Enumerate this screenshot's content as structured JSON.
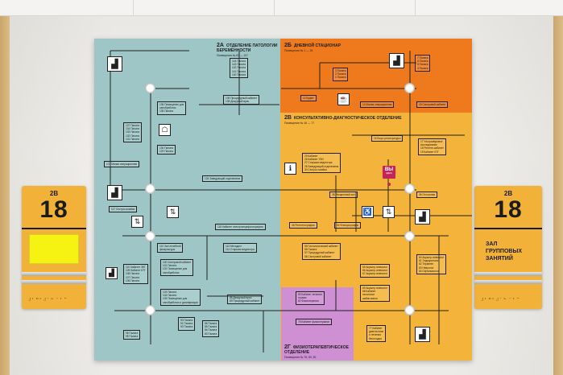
{
  "plaque_left": {
    "code": "2В",
    "number": "18",
    "braille": "⠼⠃⠛⠃⠼⠁⠓ ⠁⠃⠉"
  },
  "plaque_right": {
    "code": "2В",
    "number": "18",
    "title": "ЗАЛ\nГРУППОВЫХ\nЗАНЯТИЙ",
    "braille": "⠼⠃⠛⠃⠼⠁⠓ ⠁⠃⠉"
  },
  "zones": {
    "a": {
      "code": "2А",
      "name": "ОТДЕЛЕНИЕ ПАТОЛОГИИ БЕРЕМЕННОСТИ",
      "rooms": "Помещения № 83 — 107"
    },
    "b": {
      "code": "2Б",
      "name": "ДНЕВНОЙ СТАЦИОНАР",
      "rooms": "Помещения № 1 — 15"
    },
    "v": {
      "code": "2В",
      "name": "КОНСУЛЬТАТИВНО-ДИАГНОСТИЧЕСКОЕ ОТДЕЛЕНИЕ",
      "rooms": "Помещения № 16 — 77"
    },
    "g": {
      "code": "2Г",
      "name": "ФИЗИОТЕРАПЕВТИЧЕСКОЕ ОТДЕЛЕНИЕ",
      "rooms": "Помещения № 78, 80, 82"
    }
  },
  "you_are_here": {
    "label": "ВЫ",
    "sub": "ЗДЕСЬ"
  },
  "room_boxes": [
    {
      "id": "a1",
      "text": "144 Палата\n143 Палата\n142 Палата\n141 Палата\n140 Палата"
    },
    {
      "id": "a2",
      "text": "139 Процедурный кабинет\n138 Дежурный врач"
    },
    {
      "id": "a3",
      "text": "136 Помещение для\nсанобработки\n135 Палата"
    },
    {
      "id": "a4",
      "text": "137 Палата\n134 Палата\n133 Палата\n132 Палата\n131 Палата"
    },
    {
      "id": "a5",
      "text": "130 Палата\n129 Палата"
    },
    {
      "id": "a6",
      "text": "127 Малая операционная"
    },
    {
      "id": "a7",
      "text": "126 Заведующий отделением"
    },
    {
      "id": "a8",
      "text": "117 Сестра-хозяйка"
    },
    {
      "id": "a9",
      "text": "118 Кабинет электроэнцефалографии"
    },
    {
      "id": "a10",
      "text": "112 Зал лечебной\nфизкультуры"
    },
    {
      "id": "a11",
      "text": "113 Методист\n114 Старшая медсестра"
    },
    {
      "id": "a12",
      "text": "110 Кабинет ЭКГ\n109 Кабинет КТГ\n108 Палата\n107 Палата\n106 Палата"
    },
    {
      "id": "a13",
      "text": "100 Смотровой кабинет\n101 Палата\n102 Помещение для\nсанобработки"
    },
    {
      "id": "a14",
      "text": "103 Палата\n104 Палата\n105 Помещение для\nсанобработки и дезинфекции"
    },
    {
      "id": "a15",
      "text": "88 Дежурный врач\n89 Процедурный кабинет"
    },
    {
      "id": "a16",
      "text": "90 Палата\n91 Палата\n92 Палата"
    },
    {
      "id": "a17",
      "text": "86 Палата\n85 Палата\n84 Палата\n83 Палата"
    },
    {
      "id": "a18",
      "text": "96 Палата\n95 Палата"
    },
    {
      "id": "b1",
      "text": "7 Палата\n6 Палата\n5 Палата\n4 Палата"
    },
    {
      "id": "b2",
      "text": "3 Палата\n2 Палата\n1 Палата"
    },
    {
      "id": "b3",
      "text": "12 Буфет"
    },
    {
      "id": "b4",
      "text": "14 Малая операционная"
    },
    {
      "id": "b5",
      "text": "15 Смотровой кабинет"
    },
    {
      "id": "v1",
      "text": "16 Бюро регистратуры"
    },
    {
      "id": "v2",
      "text": "17 Ультразвуковое\nисследование\n18 Рентген-кабинет\n19 Кабинет КТГ"
    },
    {
      "id": "v3",
      "text": "29 Кабинет\n26 Кабинет УЗИ\n27 Старшая медсестра\n28 Заведующий отделением\n30 Сестра-хозяйка"
    },
    {
      "id": "v4",
      "text": "38 Лекционный зал"
    },
    {
      "id": "v5",
      "text": "36 Отоскопия"
    },
    {
      "id": "v6",
      "text": "46 Рентгенография"
    },
    {
      "id": "v7",
      "text": "54 Флюорография"
    },
    {
      "id": "v8",
      "text": "55 Гистологический кабинет\n56 Палата\n57 Процедурный кабинет\n58 Смотровой кабинет"
    },
    {
      "id": "v9",
      "text": "60 Акушер-гинеколог\n61 Эндокринолог\n62 Терапевт\n63 Невролог\n64 Офтальмолог"
    },
    {
      "id": "v10",
      "text": "65 Акушер-гинеколог\n66 Акушер-гинеколог\n67 Акушер-гинеколог"
    },
    {
      "id": "v11",
      "text": "69 Акушер-гинеколог\n68 Кабинет\nпатологии\nшейки матки"
    },
    {
      "id": "v12",
      "text": "77 Кабинет\nдиагностики\nи лечения\nбесплодия"
    },
    {
      "id": "g1",
      "text": "80 Кабинет лечения\nтоками\n82 Физиотерапия"
    },
    {
      "id": "g2",
      "text": "78 Кабинет физиотерапии"
    }
  ],
  "icons": [
    {
      "id": "i1",
      "name": "stairs-icon",
      "glyph": "▟"
    },
    {
      "id": "i2",
      "name": "stairs-icon",
      "glyph": "▟"
    },
    {
      "id": "i3",
      "name": "stairs-icon",
      "glyph": "▟"
    },
    {
      "id": "i4",
      "name": "stairs-icon",
      "glyph": "▟"
    },
    {
      "id": "i5",
      "name": "elevator-icon",
      "glyph": "⇅"
    },
    {
      "id": "i6",
      "name": "elevator-icon",
      "glyph": "⇅"
    },
    {
      "id": "i7",
      "name": "elevator-icon",
      "glyph": "⇅"
    },
    {
      "id": "i8",
      "name": "toilet-icon",
      "glyph": "♿"
    },
    {
      "id": "i9",
      "name": "wardrobe-icon",
      "glyph": "☖"
    },
    {
      "id": "i10",
      "name": "info-desk-icon",
      "glyph": "ℹ"
    },
    {
      "id": "i11",
      "name": "cafe-icon",
      "glyph": "☕"
    },
    {
      "id": "i12",
      "name": "stairs-icon",
      "glyph": "▟"
    },
    {
      "id": "i13",
      "name": "stairs-icon",
      "glyph": "▟"
    }
  ]
}
